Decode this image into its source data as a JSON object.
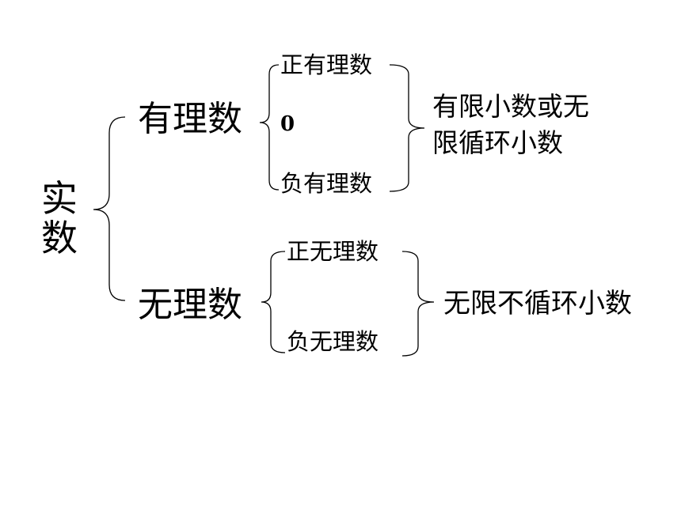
{
  "root": {
    "char1": "实",
    "char2": "数"
  },
  "rational": {
    "label": "有理数",
    "items": [
      "正有理数",
      "0",
      "负有理数"
    ],
    "description_line1": "有限小数或无",
    "description_line2": "限循环小数"
  },
  "irrational": {
    "label": "无理数",
    "items": [
      "正无理数",
      "负无理数"
    ],
    "description": "无限不循环小数"
  }
}
